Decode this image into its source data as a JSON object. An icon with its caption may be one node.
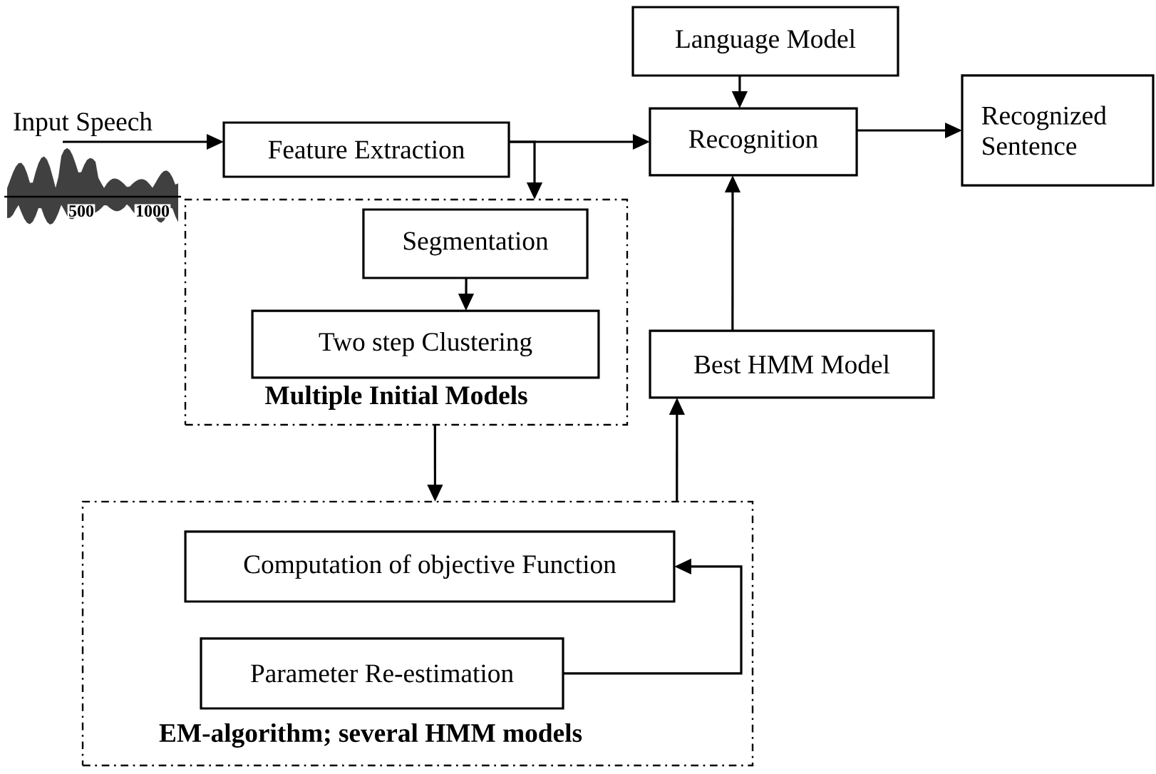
{
  "diagram": {
    "nodes": [
      {
        "text": [
          "Input Speech"
        ]
      },
      {
        "text": [
          "Feature Extraction"
        ]
      },
      {
        "text": [
          "Language Model"
        ]
      },
      {
        "text": [
          "Recognition"
        ]
      },
      {
        "text": [
          "Recognized Sentence"
        ]
      },
      {
        "text": [
          "Multiple Initial Models"
        ]
      },
      {
        "text": [
          "Segmentation"
        ],
        "in": 5
      },
      {
        "text": [
          "Two step Clustering"
        ],
        "in": 5
      },
      {
        "text": [
          "Best HMM Model"
        ]
      },
      {
        "text": [
          "EM-algorithm; several HMM models"
        ]
      },
      {
        "text": [
          "Computation of objective Function"
        ],
        "in": 9
      },
      {
        "text": [
          "Parameter Re-estimation"
        ],
        "in": 9
      }
    ],
    "edges": [
      {
        "from": 0,
        "to": 1,
        "arrow": "to"
      },
      {
        "from": 1,
        "to": 3,
        "arrow": "to"
      },
      {
        "from": 1,
        "to": 5,
        "arrow": "to"
      },
      {
        "from": 2,
        "to": 3,
        "arrow": "to"
      },
      {
        "from": 3,
        "to": 4,
        "arrow": "to"
      },
      {
        "from": 6,
        "to": 7,
        "arrow": "to"
      },
      {
        "from": 5,
        "to": 9,
        "arrow": "to"
      },
      {
        "from": 9,
        "to": 8,
        "arrow": "to"
      },
      {
        "from": 8,
        "to": 3,
        "arrow": "to"
      },
      {
        "from": 11,
        "to": 10,
        "arrow": "to"
      }
    ],
    "labels": [
      "500",
      "1000"
    ]
  }
}
